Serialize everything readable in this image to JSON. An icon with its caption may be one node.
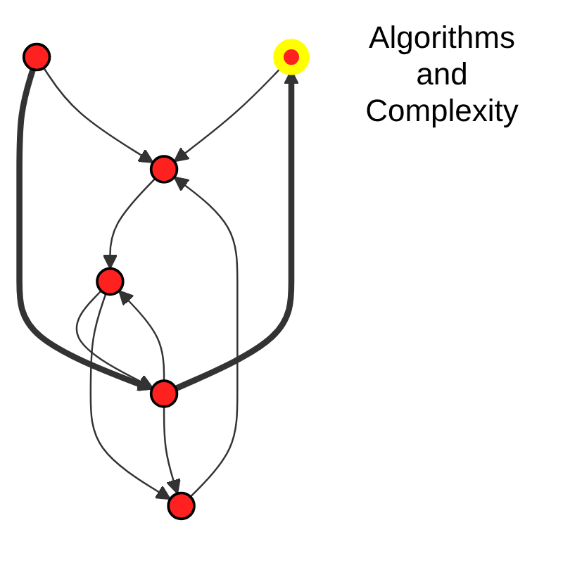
{
  "diagram": {
    "title": "Algorithms and Complexity",
    "nodes": [
      {
        "text": [],
        "shape": "circle"
      },
      {
        "text": [],
        "shape": "circle"
      },
      {
        "text": [],
        "shape": "circle"
      },
      {
        "text": [],
        "shape": "circle"
      },
      {
        "text": [],
        "shape": "circle"
      },
      {
        "text": [],
        "shape": "circle"
      }
    ],
    "edges": [
      {
        "from": 4,
        "to": 0,
        "arrow": "to",
        "style": "thick"
      },
      {
        "from": 1,
        "to": 4,
        "arrow": "to",
        "style": "thick"
      },
      {
        "from": 0,
        "to": 2,
        "arrow": "to"
      },
      {
        "from": 1,
        "to": 2,
        "arrow": "to"
      },
      {
        "from": 5,
        "to": 2,
        "arrow": "to"
      },
      {
        "from": 2,
        "to": 3,
        "arrow": "to"
      },
      {
        "from": 3,
        "to": 4,
        "arrow": "to"
      },
      {
        "from": 4,
        "to": 3,
        "arrow": "to"
      },
      {
        "from": 3,
        "to": 5,
        "arrow": "to"
      },
      {
        "from": 4,
        "to": 5,
        "arrow": "to"
      }
    ]
  }
}
